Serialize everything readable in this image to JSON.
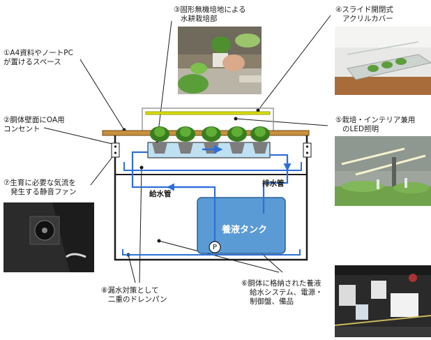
{
  "callouts": {
    "c1": [
      "①A4資料やノートPC",
      "が置けるスペース"
    ],
    "c2": [
      "②胴体壁面にOA用",
      "コンセント"
    ],
    "c3": [
      "③固形無機培地による",
      "水耕栽培部"
    ],
    "c4": [
      "④スライド開閉式",
      "アクリルカバー"
    ],
    "c5": [
      "⑤栽培・インテリア兼用",
      "のLED照明"
    ],
    "c6": [
      "⑥胴体に格納された養液",
      "給水システム、電源・",
      "制御盤、備品"
    ],
    "c7": [
      "⑦生育に必要な気流を",
      "発生する静音ファン"
    ],
    "c8": [
      "⑧漏水対策として",
      "二重のドレンパン"
    ]
  },
  "diagram": {
    "supply_pipe": "給水管",
    "drain_pipe": "排水管",
    "tank": "養液タンク",
    "pump": "P"
  },
  "colors": {
    "tank_fill": "#5b9bd5",
    "pipe": "#2e6fd6",
    "board": "#c8903e",
    "cover": "#d8e000",
    "frame": "#1a1a1a"
  }
}
